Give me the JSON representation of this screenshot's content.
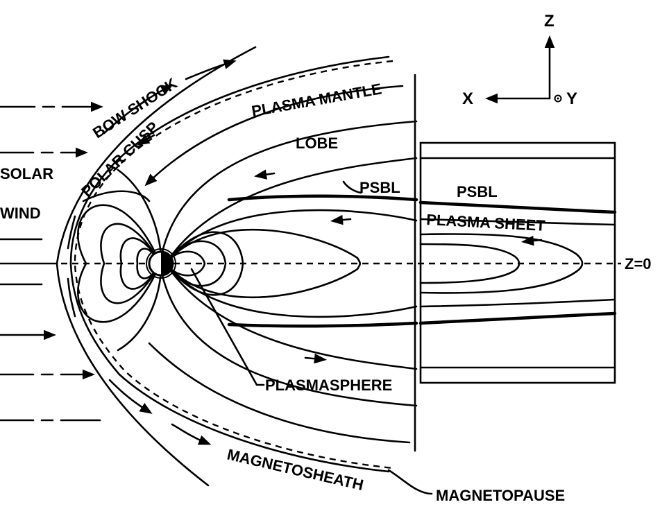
{
  "labels": {
    "bow_shock": "BOW SHOCK",
    "polar_cusp": "POLAR CUSP",
    "plasma_mantle": "PLASMA MANTLE",
    "lobe": "LOBE",
    "psbl_left": "PSBL",
    "psbl_right": "PSBL",
    "plasma_sheet": "PLASMA SHEET",
    "solar": "SOLAR",
    "wind": "WIND",
    "plasmasphere": "PLASMASPHERE",
    "magnetosheath": "MAGNETOSHEATH",
    "magnetopause": "MAGNETOPAUSE",
    "z_equals_zero": "Z=0"
  },
  "axes": {
    "z": "Z",
    "x": "X",
    "y": "Y"
  }
}
